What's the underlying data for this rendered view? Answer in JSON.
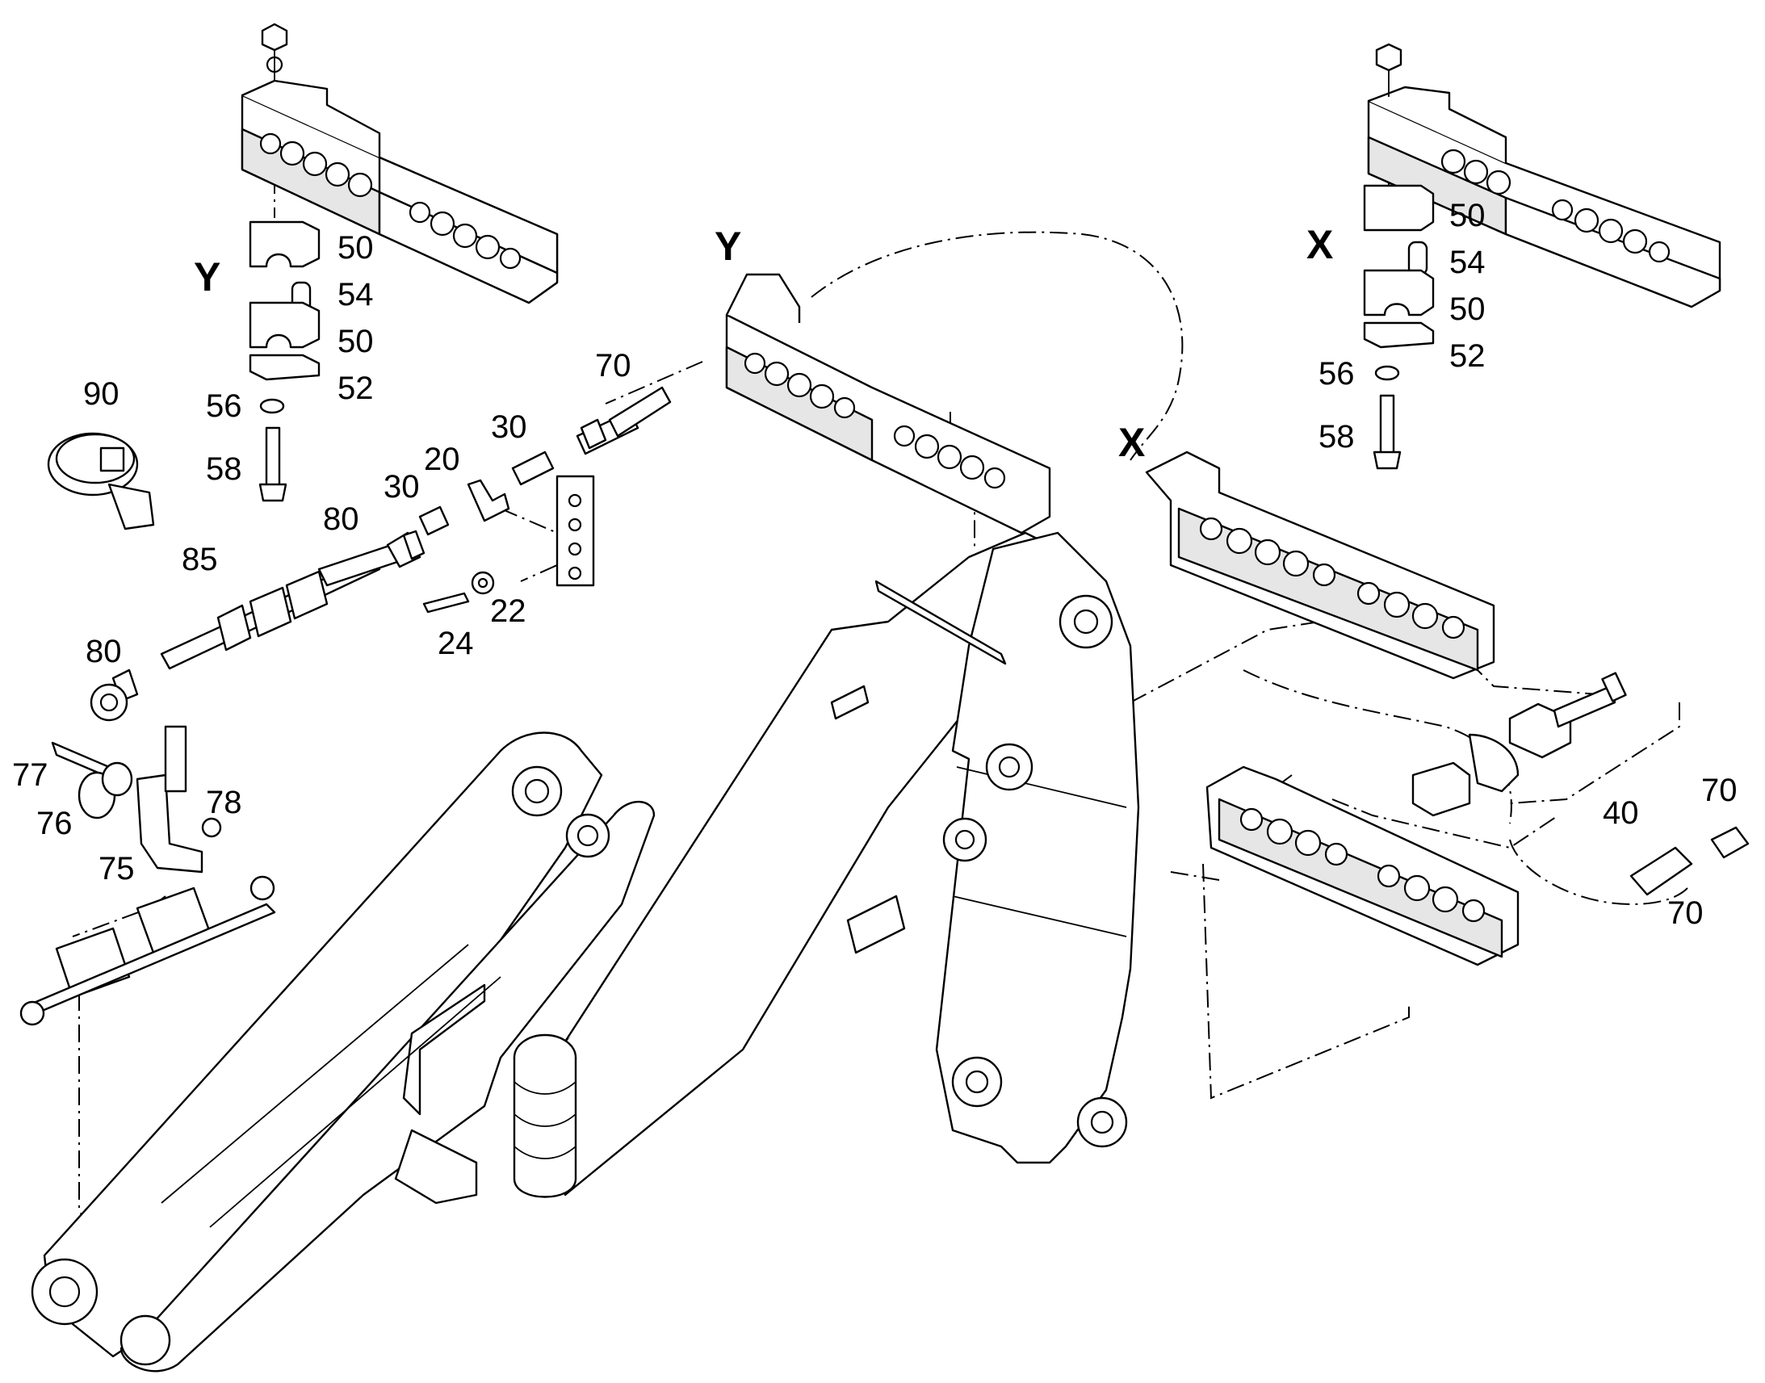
{
  "drawing": {
    "view_labels": {
      "y_left": "Y",
      "y_center": "Y",
      "x_right": "X",
      "x_mid": "X"
    },
    "callouts": {
      "c50_y_top": "50",
      "c54_y": "54",
      "c50_y_bottom": "50",
      "c52_y": "52",
      "c56_y": "56",
      "c58_y": "58",
      "c90": "90",
      "c70_center": "70",
      "c30_upper": "30",
      "c30_lower": "30",
      "c20": "20",
      "c80_upper": "80",
      "c85": "85",
      "c22": "22",
      "c24": "24",
      "c80_lower": "80",
      "c77": "77",
      "c76": "76",
      "c78": "78",
      "c75": "75",
      "c50_x_top": "50",
      "c54_x": "54",
      "c50_x_bottom": "50",
      "c52_x": "52",
      "c56_x": "56",
      "c58_x": "58",
      "c40": "40",
      "c70_right_top": "70",
      "c70_right_bottom": "70"
    }
  }
}
